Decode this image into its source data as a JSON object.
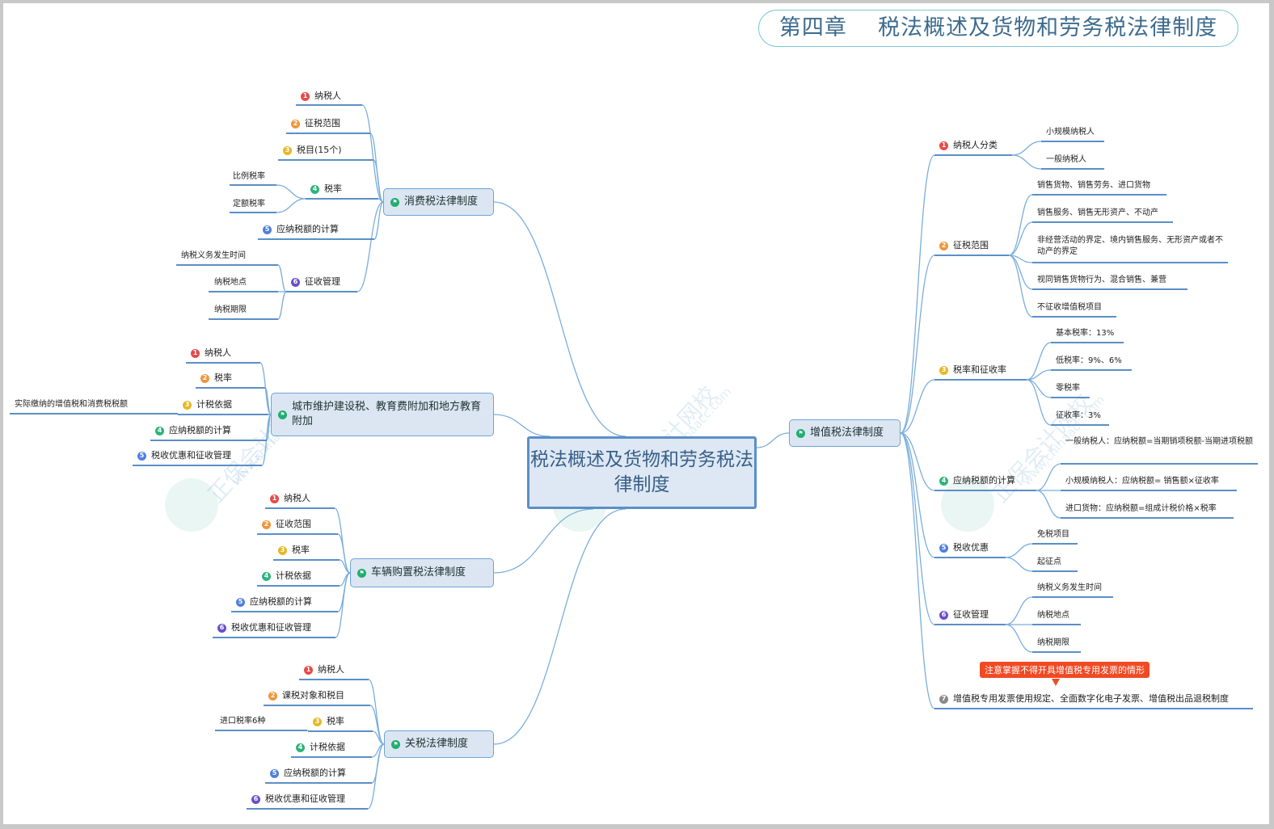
{
  "title": "第四章    税法概述及货物和劳务税法律制度",
  "center": "税法概述及货物和劳务税法律制度",
  "watermark": {
    "text": "正保会计网校",
    "url": "www.chinaacc.com"
  },
  "colors": {
    "edge": "#7aaedc",
    "underline": "#5b8fc7",
    "flag": "#1fae6e",
    "callout": "#f04a24"
  },
  "badge_colors": [
    "#e84a4a",
    "#f0953a",
    "#e6b824",
    "#2db47a",
    "#4f7fe0",
    "#6a4fc8",
    "#8a8a8a"
  ],
  "branches": {
    "consumption": {
      "label": "消费税法律制度",
      "items": [
        "纳税人",
        "征税范围",
        "税目(15个)",
        "税率",
        "应纳税额的计算",
        "征收管理"
      ],
      "rate_children": [
        "比例税率",
        "定额税率"
      ],
      "mgmt_children": [
        "纳税义务发生时间",
        "纳税地点",
        "纳税期限"
      ]
    },
    "urban": {
      "label": "城市维护建设税、教育费附加和地方教育附加",
      "items": [
        "纳税人",
        "税率",
        "计税依据",
        "应纳税额的计算",
        "税收优惠和征收管理"
      ],
      "basis_child": "实际缴纳的增值税和消费税税额"
    },
    "vehicle": {
      "label": "车辆购置税法律制度",
      "items": [
        "纳税人",
        "征收范围",
        "税率",
        "计税依据",
        "应纳税额的计算",
        "税收优惠和征收管理"
      ]
    },
    "customs": {
      "label": "关税法律制度",
      "items": [
        "纳税人",
        "课税对象和税目",
        "税率",
        "计税依据",
        "应纳税额的计算",
        "税收优惠和征收管理"
      ],
      "rate_child": "进口税率6种"
    },
    "vat": {
      "label": "增值税法律制度",
      "items": [
        "纳税人分类",
        "征税范围",
        "税率和征收率",
        "应纳税额的计算",
        "税收优惠",
        "征收管理",
        "增值税专用发票使用规定、全面数字化电子发票、增值税出品退税制度"
      ],
      "taxpayer_children": [
        "小规模纳税人",
        "一般纳税人"
      ],
      "scope_children": [
        "销售货物、销售劳务、进口货物",
        "销售服务、销售无形资产、不动产",
        "非经营活动的界定、境内销售服务、无形资产或者不动产的界定",
        "视同销售货物行为、混合销售、兼营",
        "不征收增值税项目"
      ],
      "rate_children": [
        "基本税率：13%",
        "低税率：9%、6%",
        "零税率",
        "征收率：3%"
      ],
      "calc_children": [
        "一般纳税人：应纳税额=当期销项税额-当期进项税额",
        "小规模纳税人：应纳税额= 销售额×征收率",
        "进口货物：应纳税额=组成计税价格×税率"
      ],
      "pref_children": [
        "免税项目",
        "起征点"
      ],
      "mgmt_children": [
        "纳税义务发生时间",
        "纳税地点",
        "纳税期限"
      ],
      "callout": "注意掌握不得开具增值税专用发票的情形"
    }
  }
}
